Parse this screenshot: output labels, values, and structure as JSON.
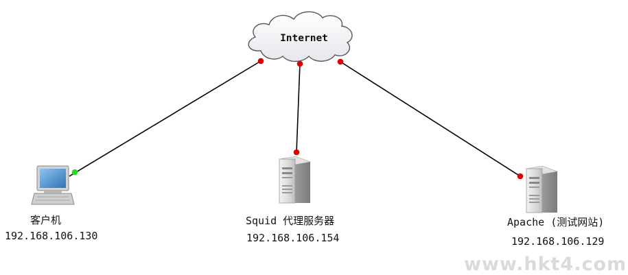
{
  "cloud": {
    "label": "Internet"
  },
  "nodes": {
    "client": {
      "name": "客户机",
      "ip": "192.168.106.130"
    },
    "squid": {
      "name": "Squid 代理服务器",
      "ip": "192.168.106.154"
    },
    "apache": {
      "name": "Apache (测试网站)",
      "ip": "192.168.106.129"
    }
  },
  "watermark": "www.hkt4.com",
  "colors": {
    "connector_red": "#e00000",
    "connector_green": "#22dd22",
    "link": "#000000",
    "cloud_fill": "#f4f4f6",
    "cloud_stroke": "#555555"
  },
  "icons": {
    "cloud": "cloud-icon",
    "client": "laptop-icon",
    "squid": "server-icon",
    "apache": "server-icon"
  }
}
